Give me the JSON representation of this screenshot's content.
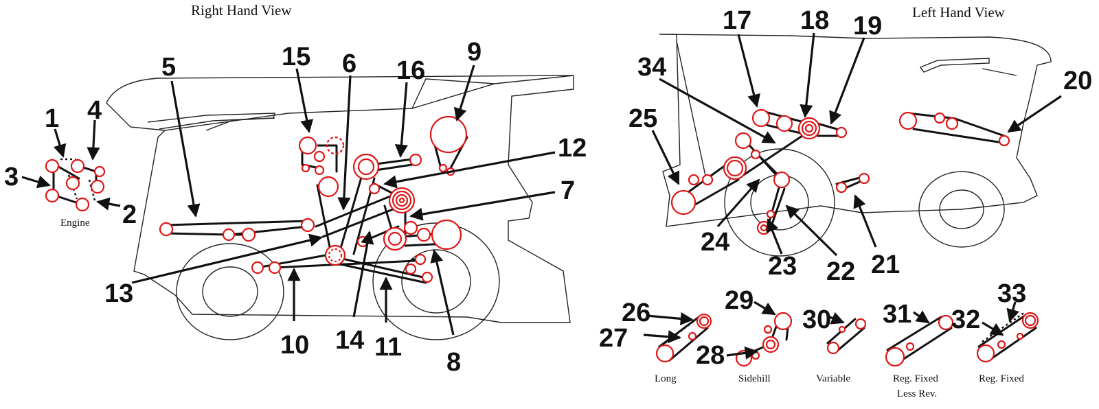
{
  "titles": {
    "right_view": "Right Hand View",
    "left_view": "Left Hand View"
  },
  "captions": {
    "engine": "Engine",
    "long": "Long",
    "sidehill": "Sidehill",
    "variable": "Variable",
    "reg_fixed_less_rev_1": "Reg. Fixed",
    "reg_fixed_less_rev_2": "Less Rev.",
    "reg_fixed": "Reg. Fixed"
  },
  "callouts": {
    "n1": "1",
    "n2": "2",
    "n3": "3",
    "n4": "4",
    "n5": "5",
    "n6": "6",
    "n7": "7",
    "n8": "8",
    "n9": "9",
    "n10": "10",
    "n11": "11",
    "n12": "12",
    "n13": "13",
    "n14": "14",
    "n15": "15",
    "n16": "16",
    "n17": "17",
    "n18": "18",
    "n19": "19",
    "n20": "20",
    "n21": "21",
    "n22": "22",
    "n23": "23",
    "n24": "24",
    "n25": "25",
    "n26": "26",
    "n27": "27",
    "n28": "28",
    "n29": "29",
    "n30": "30",
    "n31": "31",
    "n32": "32",
    "n33": "33",
    "n34": "34"
  },
  "colors": {
    "sheave": "#e01515",
    "belt": "#111111",
    "outline": "#222222"
  }
}
